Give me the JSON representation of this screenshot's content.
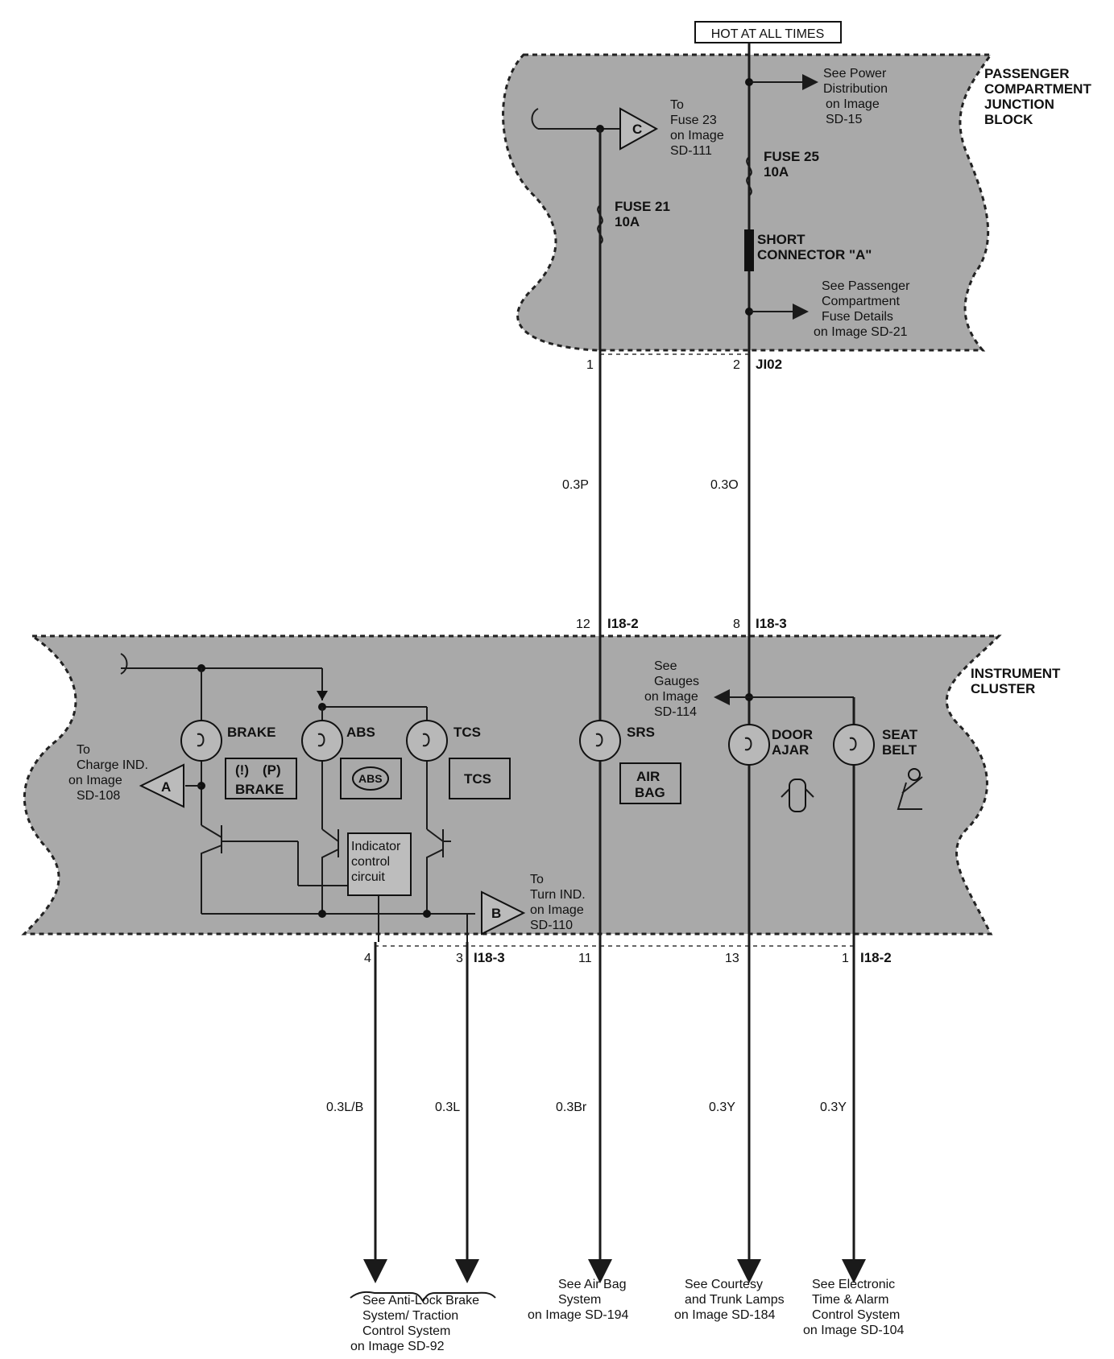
{
  "hot_label": "HOT AT ALL TIMES",
  "junction": {
    "name": [
      "PASSENGER",
      "COMPARTMENT",
      "JUNCTION",
      "BLOCK"
    ],
    "see_power": [
      "See Power",
      "Distribution",
      "on Image",
      "SD-15"
    ],
    "to_fuse23": [
      "To",
      "Fuse 23",
      "on Image",
      "SD-111"
    ],
    "connector_c": "C",
    "fuse25": [
      "FUSE 25",
      "10A"
    ],
    "fuse21": [
      "FUSE 21",
      "10A"
    ],
    "short_connector": [
      "SHORT",
      "CONNECTOR \"A\""
    ],
    "see_fuse_details": [
      "See Passenger",
      "Compartment",
      "Fuse Details",
      "on Image SD-21"
    ],
    "pin1": "1",
    "pin2": "2",
    "conn": "JI02"
  },
  "wires_top": {
    "left": "0.3P",
    "right": "0.3O"
  },
  "cluster": {
    "name": [
      "INSTRUMENT",
      "CLUSTER"
    ],
    "pin12": "12",
    "conn12": "I18-2",
    "pin8": "8",
    "conn8": "I18-3",
    "see_gauges": [
      "See",
      "Gauges",
      "on Image",
      "SD-114"
    ],
    "to_charge": [
      "To",
      "Charge IND.",
      "on Image",
      "SD-108"
    ],
    "connector_a": "A",
    "brake_label": "BRAKE",
    "abs_label": "ABS",
    "tcs_label": "TCS",
    "srs_label": "SRS",
    "door_label": [
      "DOOR",
      "AJAR"
    ],
    "seat_label": [
      "SEAT",
      "BELT"
    ],
    "brake_symbols": [
      "(!)",
      "(P)"
    ],
    "brake_text": "BRAKE",
    "abs_symbol": "ABS",
    "tcs_text": "TCS",
    "airbag_text": [
      "AIR",
      "BAG"
    ],
    "indicator": [
      "Indicator",
      "control",
      "circuit"
    ],
    "to_turn": [
      "To",
      "Turn IND.",
      "on Image",
      "SD-110"
    ],
    "connector_b": "B"
  },
  "bottom_pins": {
    "p4": "4",
    "p3": "3",
    "conn3": "I18-3",
    "p11": "11",
    "p13": "13",
    "p1": "1",
    "conn1": "I18-2"
  },
  "wires_bottom": [
    "0.3L/B",
    "0.3L",
    "0.3Br",
    "0.3Y",
    "0.3Y"
  ],
  "destinations": {
    "abs": [
      "See Anti-Lock Brake",
      "System/ Traction",
      "Control System",
      "on Image SD-92"
    ],
    "airbag": [
      "See Air Bag",
      "System",
      "on Image SD-194"
    ],
    "courtesy": [
      "See Courtesy",
      "and Trunk Lamps",
      "on Image SD-184"
    ],
    "etacs": [
      "See Electronic",
      "Time & Alarm",
      "Control System",
      "on Image SD-104"
    ]
  }
}
